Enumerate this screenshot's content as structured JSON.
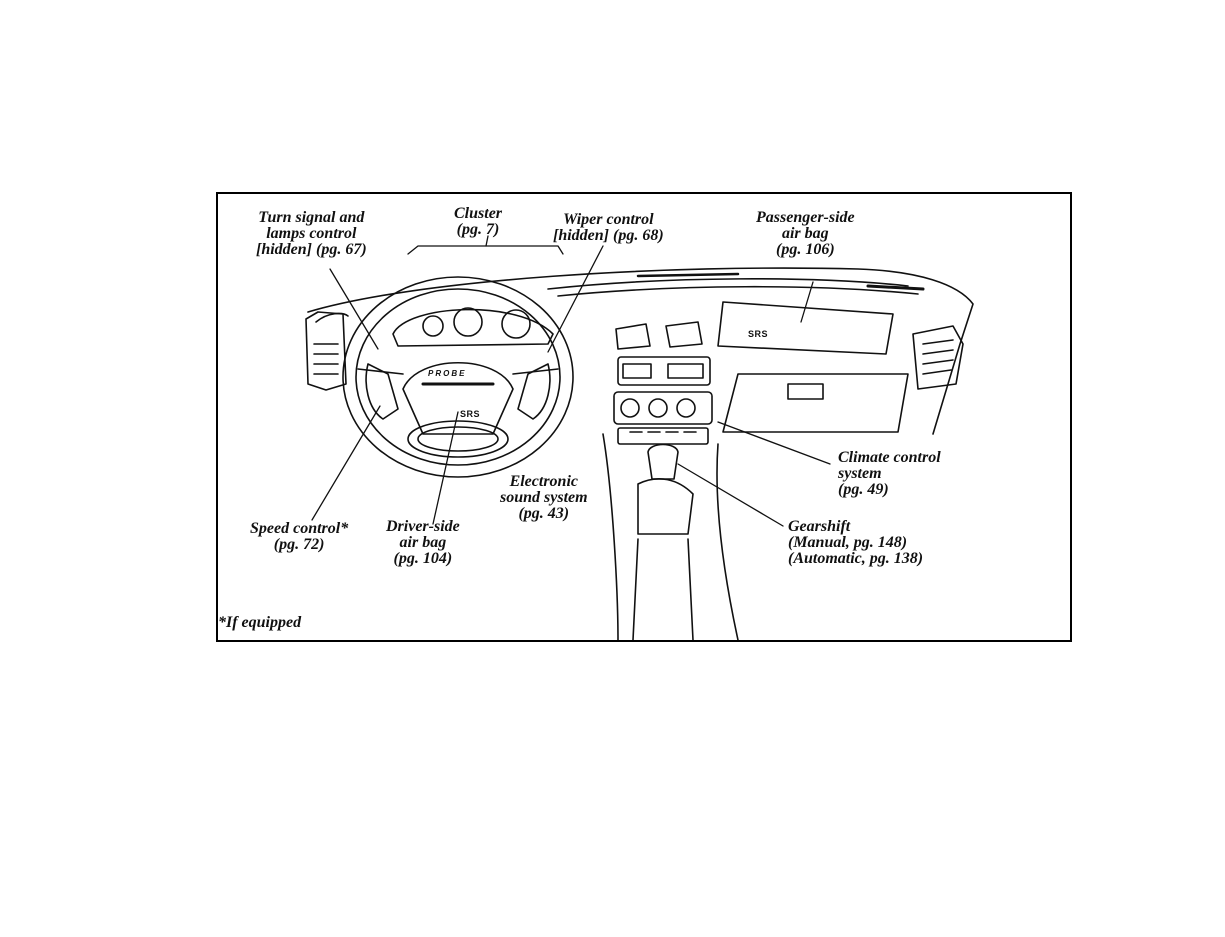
{
  "labels": {
    "turn_signal": [
      "Turn signal and",
      "lamps control",
      "[hidden] (pg. 67)"
    ],
    "cluster": [
      "Cluster",
      "(pg. 7)"
    ],
    "wiper": [
      "Wiper control",
      "[hidden] (pg. 68)"
    ],
    "passenger_airbag": [
      "Passenger-side",
      "air bag",
      "(pg. 106)"
    ],
    "climate": [
      "Climate control",
      "system",
      "(pg. 49)"
    ],
    "gearshift": [
      "Gearshift",
      "(Manual, pg. 148)",
      "(Automatic, pg. 138)"
    ],
    "sound": [
      "Electronic",
      "sound system",
      "(pg. 43)"
    ],
    "driver_airbag": [
      "Driver-side",
      "air bag",
      "(pg. 104)"
    ],
    "speed": [
      "Speed control*",
      "(pg. 72)"
    ]
  },
  "footnote": "*If equipped",
  "srs_text": "SRS",
  "probe_text": "PROBE"
}
